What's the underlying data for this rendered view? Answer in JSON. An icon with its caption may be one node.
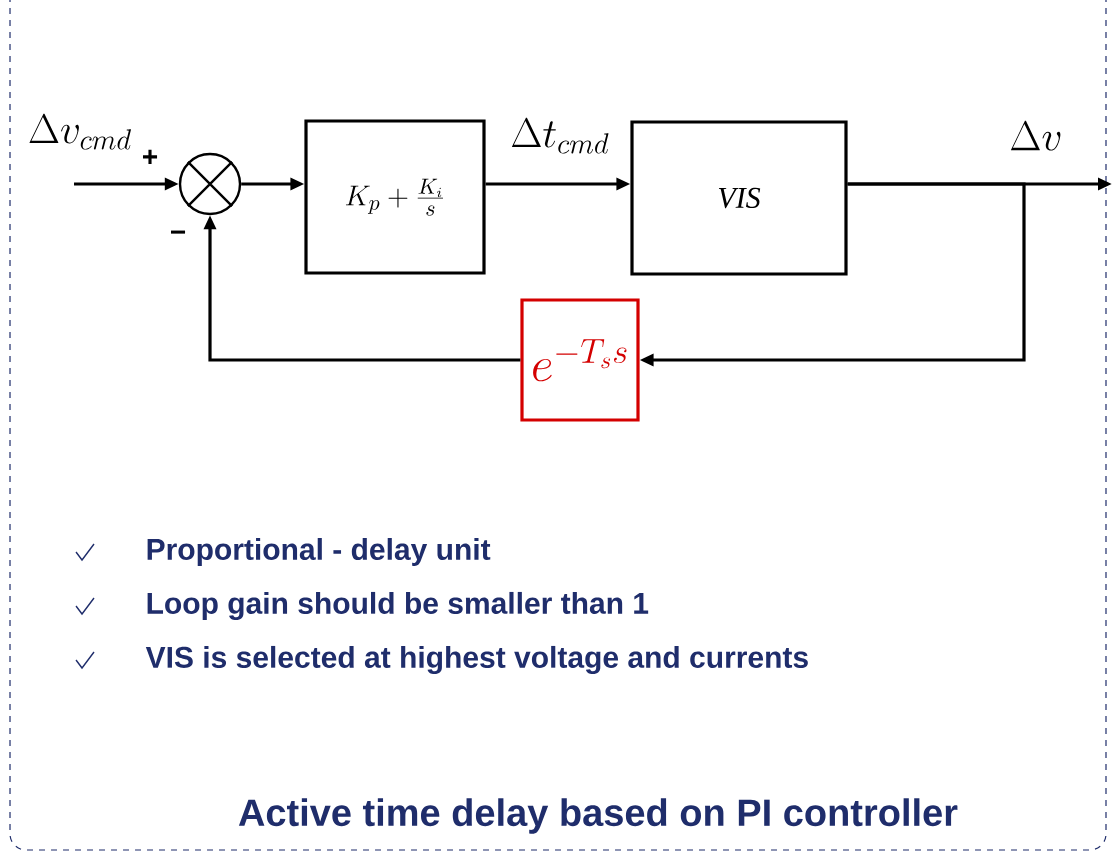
{
  "diagram": {
    "caption": "Active time delay based on PI controller",
    "nodes": [
      {
        "text": [],
        "shape": "circle"
      },
      {
        "text": [
          "K_p + \\frac{K_i}{s}"
        ]
      },
      {
        "text": [
          "VIS"
        ]
      },
      {
        "text": [
          "e^{-T_s s}"
        ]
      }
    ],
    "edges": [
      {
        "from": null,
        "to": 0,
        "arrow": "to",
        "label": "\\Delta v_{cmd}"
      },
      {
        "from": 0,
        "to": 1,
        "arrow": "to"
      },
      {
        "from": 1,
        "to": 2,
        "arrow": "to",
        "label": "\\Delta t_{cmd}"
      },
      {
        "from": 2,
        "to": null,
        "arrow": "to",
        "label": "\\Delta v"
      },
      {
        "from": 2,
        "to": 3,
        "arrow": "to"
      },
      {
        "from": 3,
        "to": 0,
        "arrow": "to"
      }
    ],
    "labels": [
      "+",
      "−",
      "Proportional - delay unit",
      "Loop gain should be smaller than 1",
      "VIS is selected at highest voltage and currents"
    ]
  }
}
